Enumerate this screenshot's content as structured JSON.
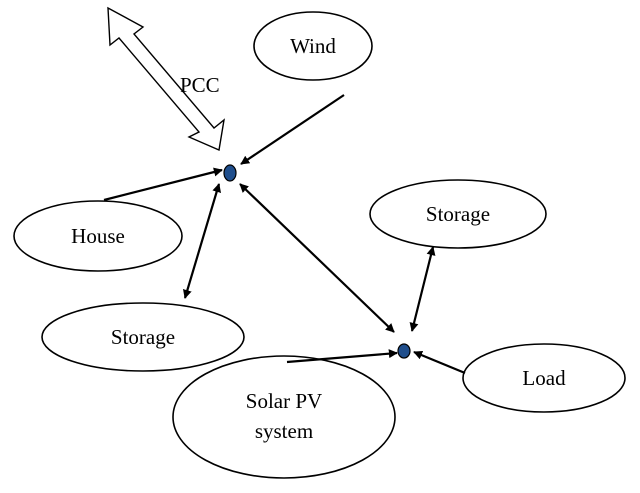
{
  "nodes": {
    "wind": "Wind",
    "house": "House",
    "storage_left": "Storage",
    "storage_right": "Storage",
    "solar_line1": "Solar PV",
    "solar_line2": "system",
    "load": "Load"
  },
  "pcc_label": "PCC",
  "colors": {
    "bus": "#1f4e8c",
    "line": "#000000"
  }
}
